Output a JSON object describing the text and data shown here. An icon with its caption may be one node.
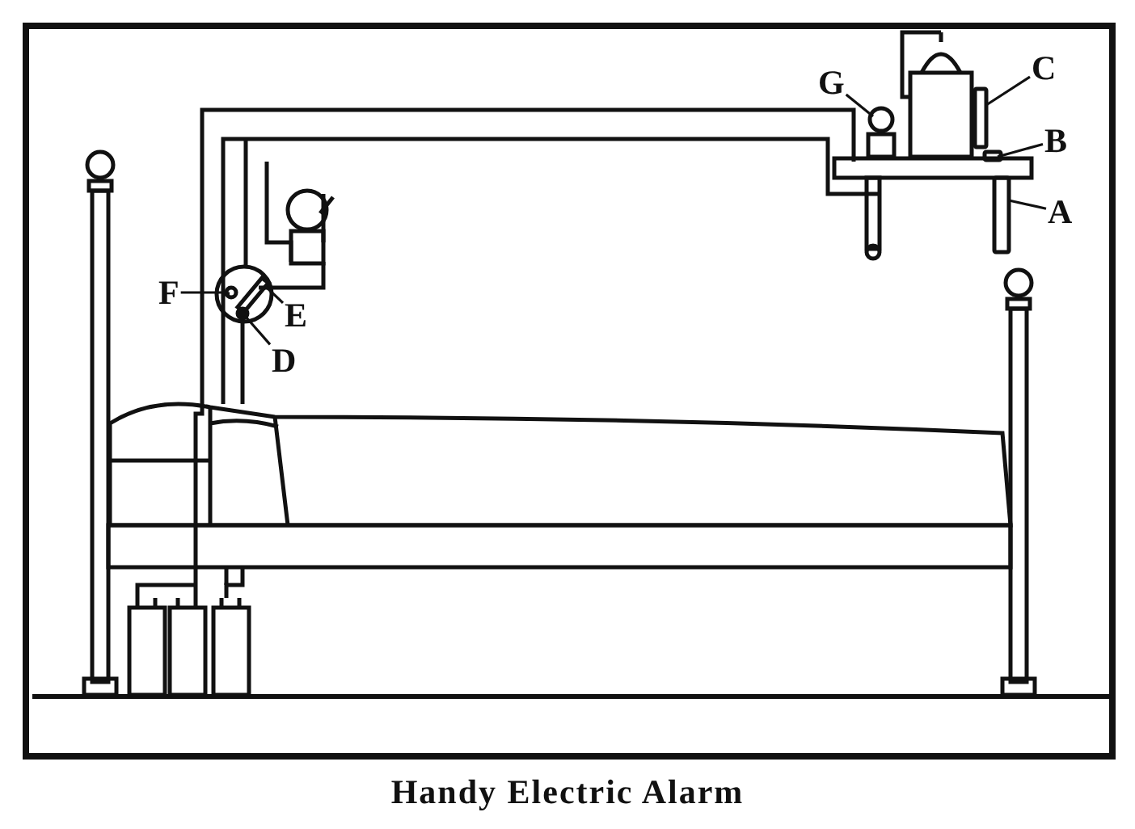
{
  "diagram": {
    "caption": "Handy Electric Alarm",
    "nodes": [
      {
        "text": [
          "G"
        ]
      },
      {
        "text": [],
        "shape": "circle"
      },
      {
        "text": [
          "C"
        ]
      },
      {
        "text": [],
        "shape": "bar"
      },
      {
        "text": [
          "B"
        ]
      },
      {
        "text": [],
        "shape": "bar"
      },
      {
        "text": [
          "A"
        ]
      },
      {
        "text": [],
        "shape": "bar"
      },
      {
        "text": [
          "F"
        ]
      },
      {
        "text": [],
        "shape": "circle"
      },
      {
        "text": [
          "E"
        ]
      },
      {
        "text": [],
        "shape": "picture"
      },
      {
        "text": [
          "D"
        ]
      },
      {
        "text": [],
        "shape": "picture"
      }
    ],
    "edges": [
      {
        "from": 0,
        "to": 1,
        "arrow": "none"
      },
      {
        "from": 2,
        "to": 3,
        "arrow": "none"
      },
      {
        "from": 4,
        "to": 5,
        "arrow": "none"
      },
      {
        "from": 6,
        "to": 7,
        "arrow": "none"
      },
      {
        "from": 8,
        "to": 9,
        "arrow": "none"
      },
      {
        "from": 10,
        "to": 11,
        "arrow": "none"
      },
      {
        "from": 12,
        "to": 13,
        "arrow": "none"
      }
    ]
  }
}
